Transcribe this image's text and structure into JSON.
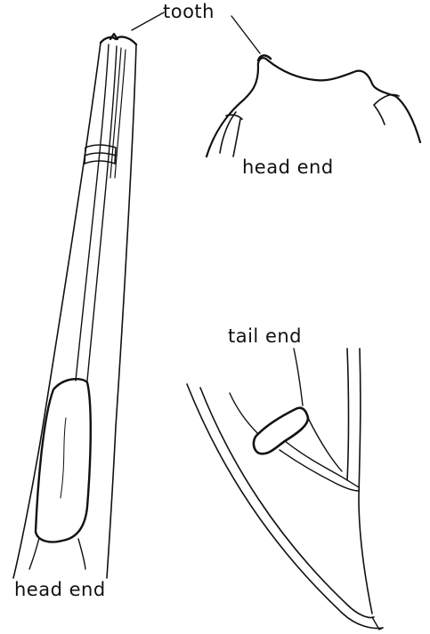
{
  "labels": {
    "tooth": "tooth",
    "head_end_upper": "head end",
    "tail_end": "tail end",
    "head_end_lower": "head end"
  },
  "colors": {
    "ink": "#111111",
    "background": "#ffffff"
  }
}
